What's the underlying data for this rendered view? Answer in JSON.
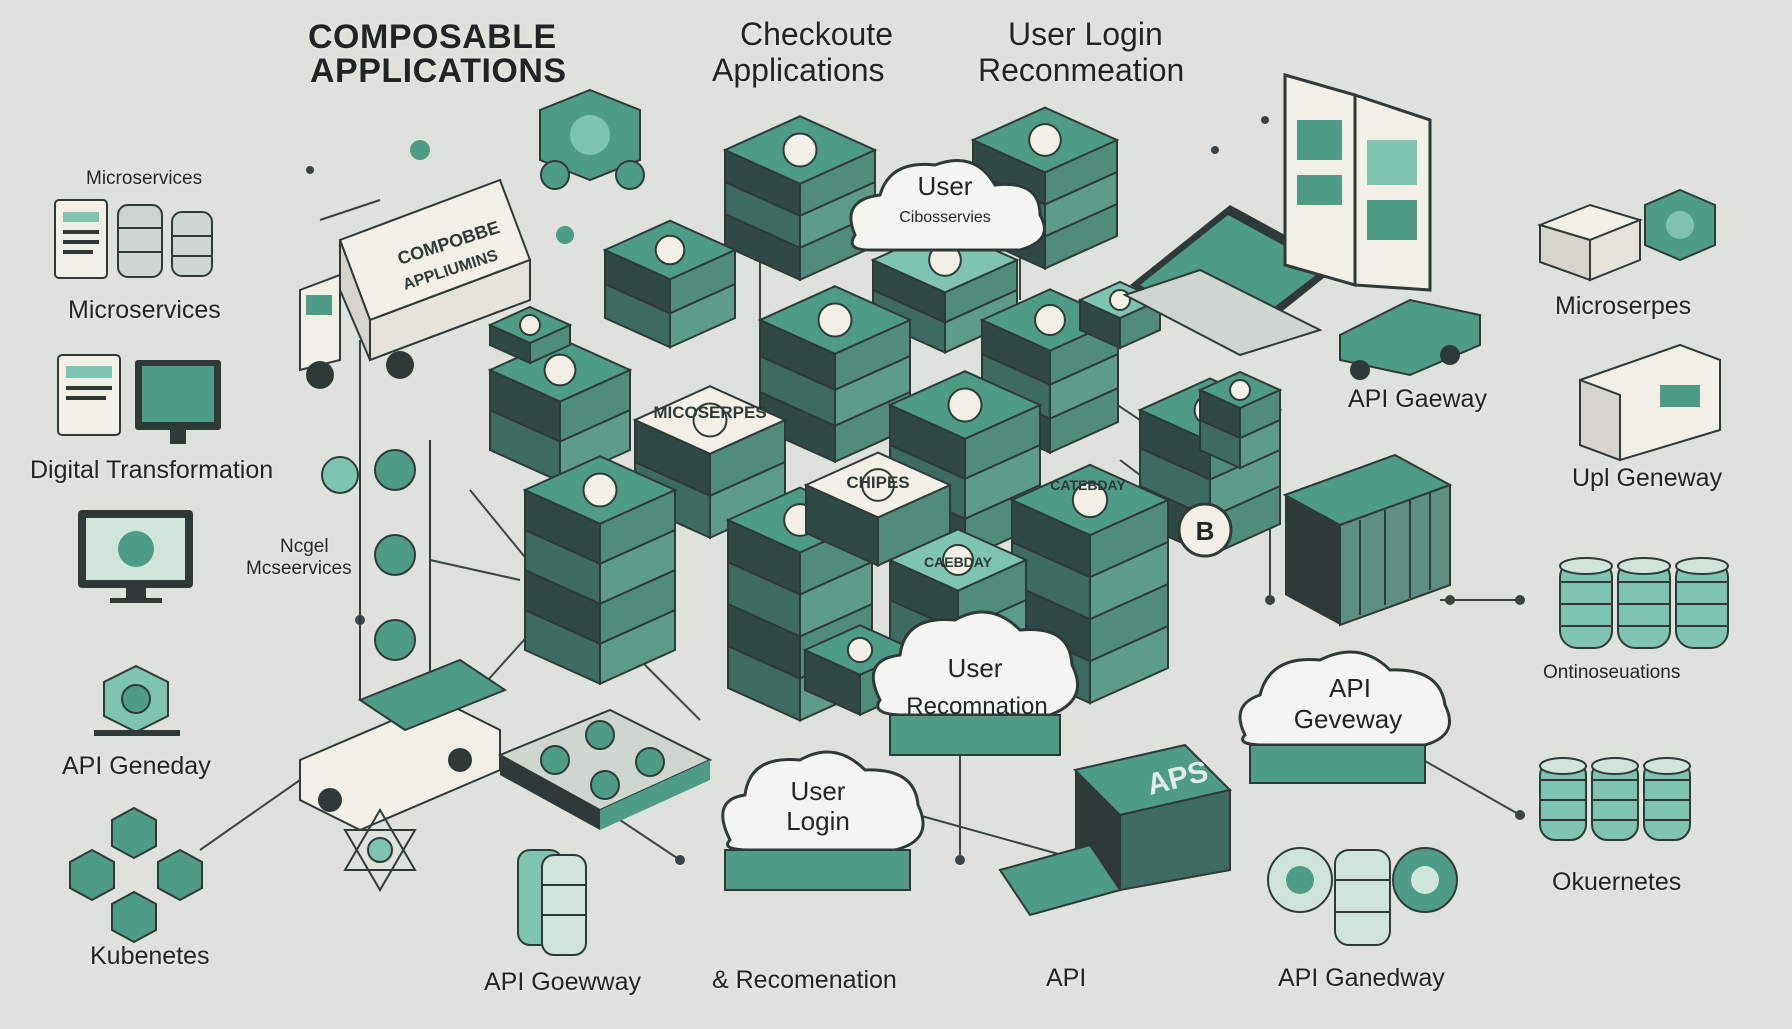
{
  "header": {
    "title_line1": "COMPOSABLE",
    "title_line2": "APPLICATIONS",
    "mid_line1": "Checkoute",
    "mid_line2": "Applications",
    "right_line1": "User Login",
    "right_line2": "Reconmeation"
  },
  "left_labels": {
    "microservices_small": "Microservices",
    "microservices": "Microservices",
    "digital_transformation": "Digital Transformation",
    "ncgel": "Ncgel",
    "mcseervices": "Mcseervices",
    "api_gateway": "API Geneday",
    "kubernetes": "Kubenetes"
  },
  "right_labels": {
    "microserpes": "Microserpes",
    "api_gaeway": "API Gaeway",
    "upi_geneway": "Upl  Geneway",
    "ontinos": "Ontinoseuations",
    "okuernetes": "Okuernetes"
  },
  "bottom_labels": {
    "api_goewway": "API Goewway",
    "recomenation": "& Recomenation",
    "api": "API",
    "api_ganedway": "API Ganedway"
  },
  "clouds": {
    "top": {
      "line1": "User",
      "line2": "Cibosservies"
    },
    "mid": {
      "line1": "User",
      "line2": "Recomnation"
    },
    "right": {
      "line1": "API",
      "line2": "Geveway"
    },
    "bottom": {
      "line1": "User",
      "line2": "Login"
    }
  },
  "cube_labels": {
    "truck": "COMPOBBE",
    "truck2": "APPLIUMINS",
    "micro": "MICOSERPES",
    "chipes": "CHIPES",
    "cateday": "CATEBDAY",
    "cateday2": "CAEBDAY",
    "aps": "APS",
    "b_badge": "B"
  },
  "colors": {
    "background": "#dfe2dc",
    "teal": "#4f9c86",
    "teal_light": "#7fc4b0",
    "dark": "#2f3a38",
    "cream": "#f2efe6"
  }
}
